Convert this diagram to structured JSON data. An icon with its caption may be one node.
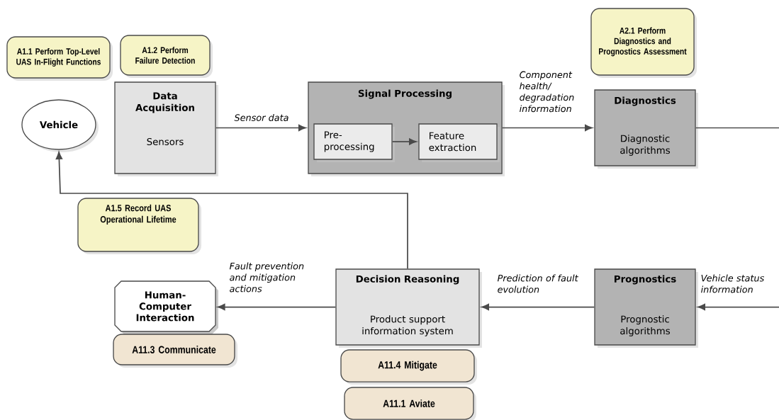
{
  "diagram": {
    "nodes": [
      {
        "text": [
          "A1.1 Perform Top-Level UAS In-Flight Functions"
        ]
      },
      {
        "text": [
          "A1.2 Perform Failure Detection"
        ]
      },
      {
        "text": [
          "A2.1 Perform Diagnostics and Prognostics Assessment"
        ]
      },
      {
        "text": [
          "Vehicle"
        ]
      },
      {
        "text": [
          "Data Acquisition",
          "Sensors"
        ]
      },
      {
        "text": [
          "Signal Processing"
        ]
      },
      {
        "text": [
          "Pre-processing"
        ],
        "in": 5
      },
      {
        "text": [
          "Feature extraction"
        ],
        "in": 5
      },
      {
        "text": [
          "Diagnostics",
          "Diagnostic algorithms"
        ]
      },
      {
        "text": [
          "A1.5 Record UAS Operational Lifetime"
        ]
      },
      {
        "text": [
          "Human-Computer Interaction"
        ]
      },
      {
        "text": [
          "A11.3 Communicate"
        ]
      },
      {
        "text": [
          "Decision Reasoning",
          "Product support information system"
        ]
      },
      {
        "text": [
          "A11.4 Mitigate"
        ]
      },
      {
        "text": [
          "A11.1 Aviate"
        ]
      },
      {
        "text": [
          "Prognostics",
          "Prognostic algorithms"
        ]
      }
    ],
    "edges": [
      {
        "from": 4,
        "to": 5,
        "arrow": "to",
        "label": "Sensor data"
      },
      {
        "from": 6,
        "to": 7,
        "arrow": "to"
      },
      {
        "from": 5,
        "to": 8,
        "arrow": "to",
        "label": "Component health/ degradation information"
      },
      {
        "from": 8,
        "to": null,
        "arrow": "none"
      },
      {
        "from": null,
        "to": 15,
        "arrow": "to",
        "label": "Vehicle status information"
      },
      {
        "from": 15,
        "to": 12,
        "arrow": "to",
        "label": "Prediction of fault evolution"
      },
      {
        "from": 12,
        "to": 10,
        "arrow": "to",
        "label": "Fault prevention and mitigation actions"
      },
      {
        "from": 12,
        "to": 3,
        "arrow": "to"
      }
    ]
  }
}
